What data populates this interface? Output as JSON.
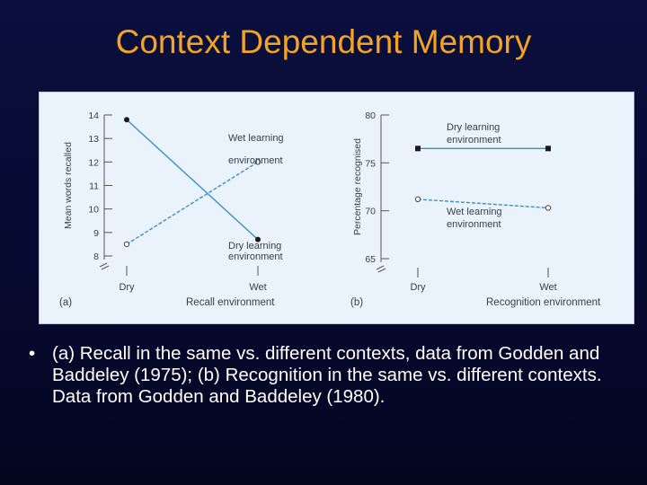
{
  "slide": {
    "title": "Context Dependent Memory",
    "caption_bullet": "•",
    "caption": "(a) Recall in the same vs. different contexts, data from Godden and Baddeley (1975); (b) Recognition in the same vs. different contexts. Data from Godden and Baddeley (1980)."
  },
  "colors": {
    "title": "#f3a425",
    "background": "#06092f",
    "panel": "#eaf3fb",
    "line": "#3a8fc2",
    "marker": "#1a1a1a"
  },
  "chart_data": [
    {
      "type": "line",
      "panel_label": "(a)",
      "xlabel": "Recall environment",
      "ylabel": "Mean words recalled",
      "categories": [
        "Dry",
        "Wet"
      ],
      "ylim": [
        8,
        14
      ],
      "yticks": [
        "8",
        "9",
        "10",
        "11",
        "12",
        "13",
        "14"
      ],
      "axis_break": true,
      "series": [
        {
          "name": "Wet learning environment",
          "name_lines": [
            "Wet learning",
            "environment"
          ],
          "values": [
            8.5,
            12.0
          ],
          "style": "dashed",
          "marker": "open-circle"
        },
        {
          "name": "Dry learning environment",
          "name_lines": [
            "Dry learning",
            "environment"
          ],
          "values": [
            13.8,
            8.7
          ],
          "style": "solid",
          "marker": "filled-circle"
        }
      ]
    },
    {
      "type": "line",
      "panel_label": "(b)",
      "xlabel": "Recognition environment",
      "ylabel": "Percentage recognised",
      "categories": [
        "Dry",
        "Wet"
      ],
      "ylim": [
        65,
        80
      ],
      "yticks": [
        "65",
        "70",
        "75",
        "80"
      ],
      "axis_break": true,
      "series": [
        {
          "name": "Dry learning environment",
          "name_lines": [
            "Dry learning",
            "environment"
          ],
          "values": [
            76.5,
            76.5
          ],
          "style": "solid",
          "marker": "filled-square"
        },
        {
          "name": "Wet learning environment",
          "name_lines": [
            "Wet learning",
            "environment"
          ],
          "values": [
            71.2,
            70.3
          ],
          "style": "dashed",
          "marker": "open-circle"
        }
      ]
    }
  ]
}
